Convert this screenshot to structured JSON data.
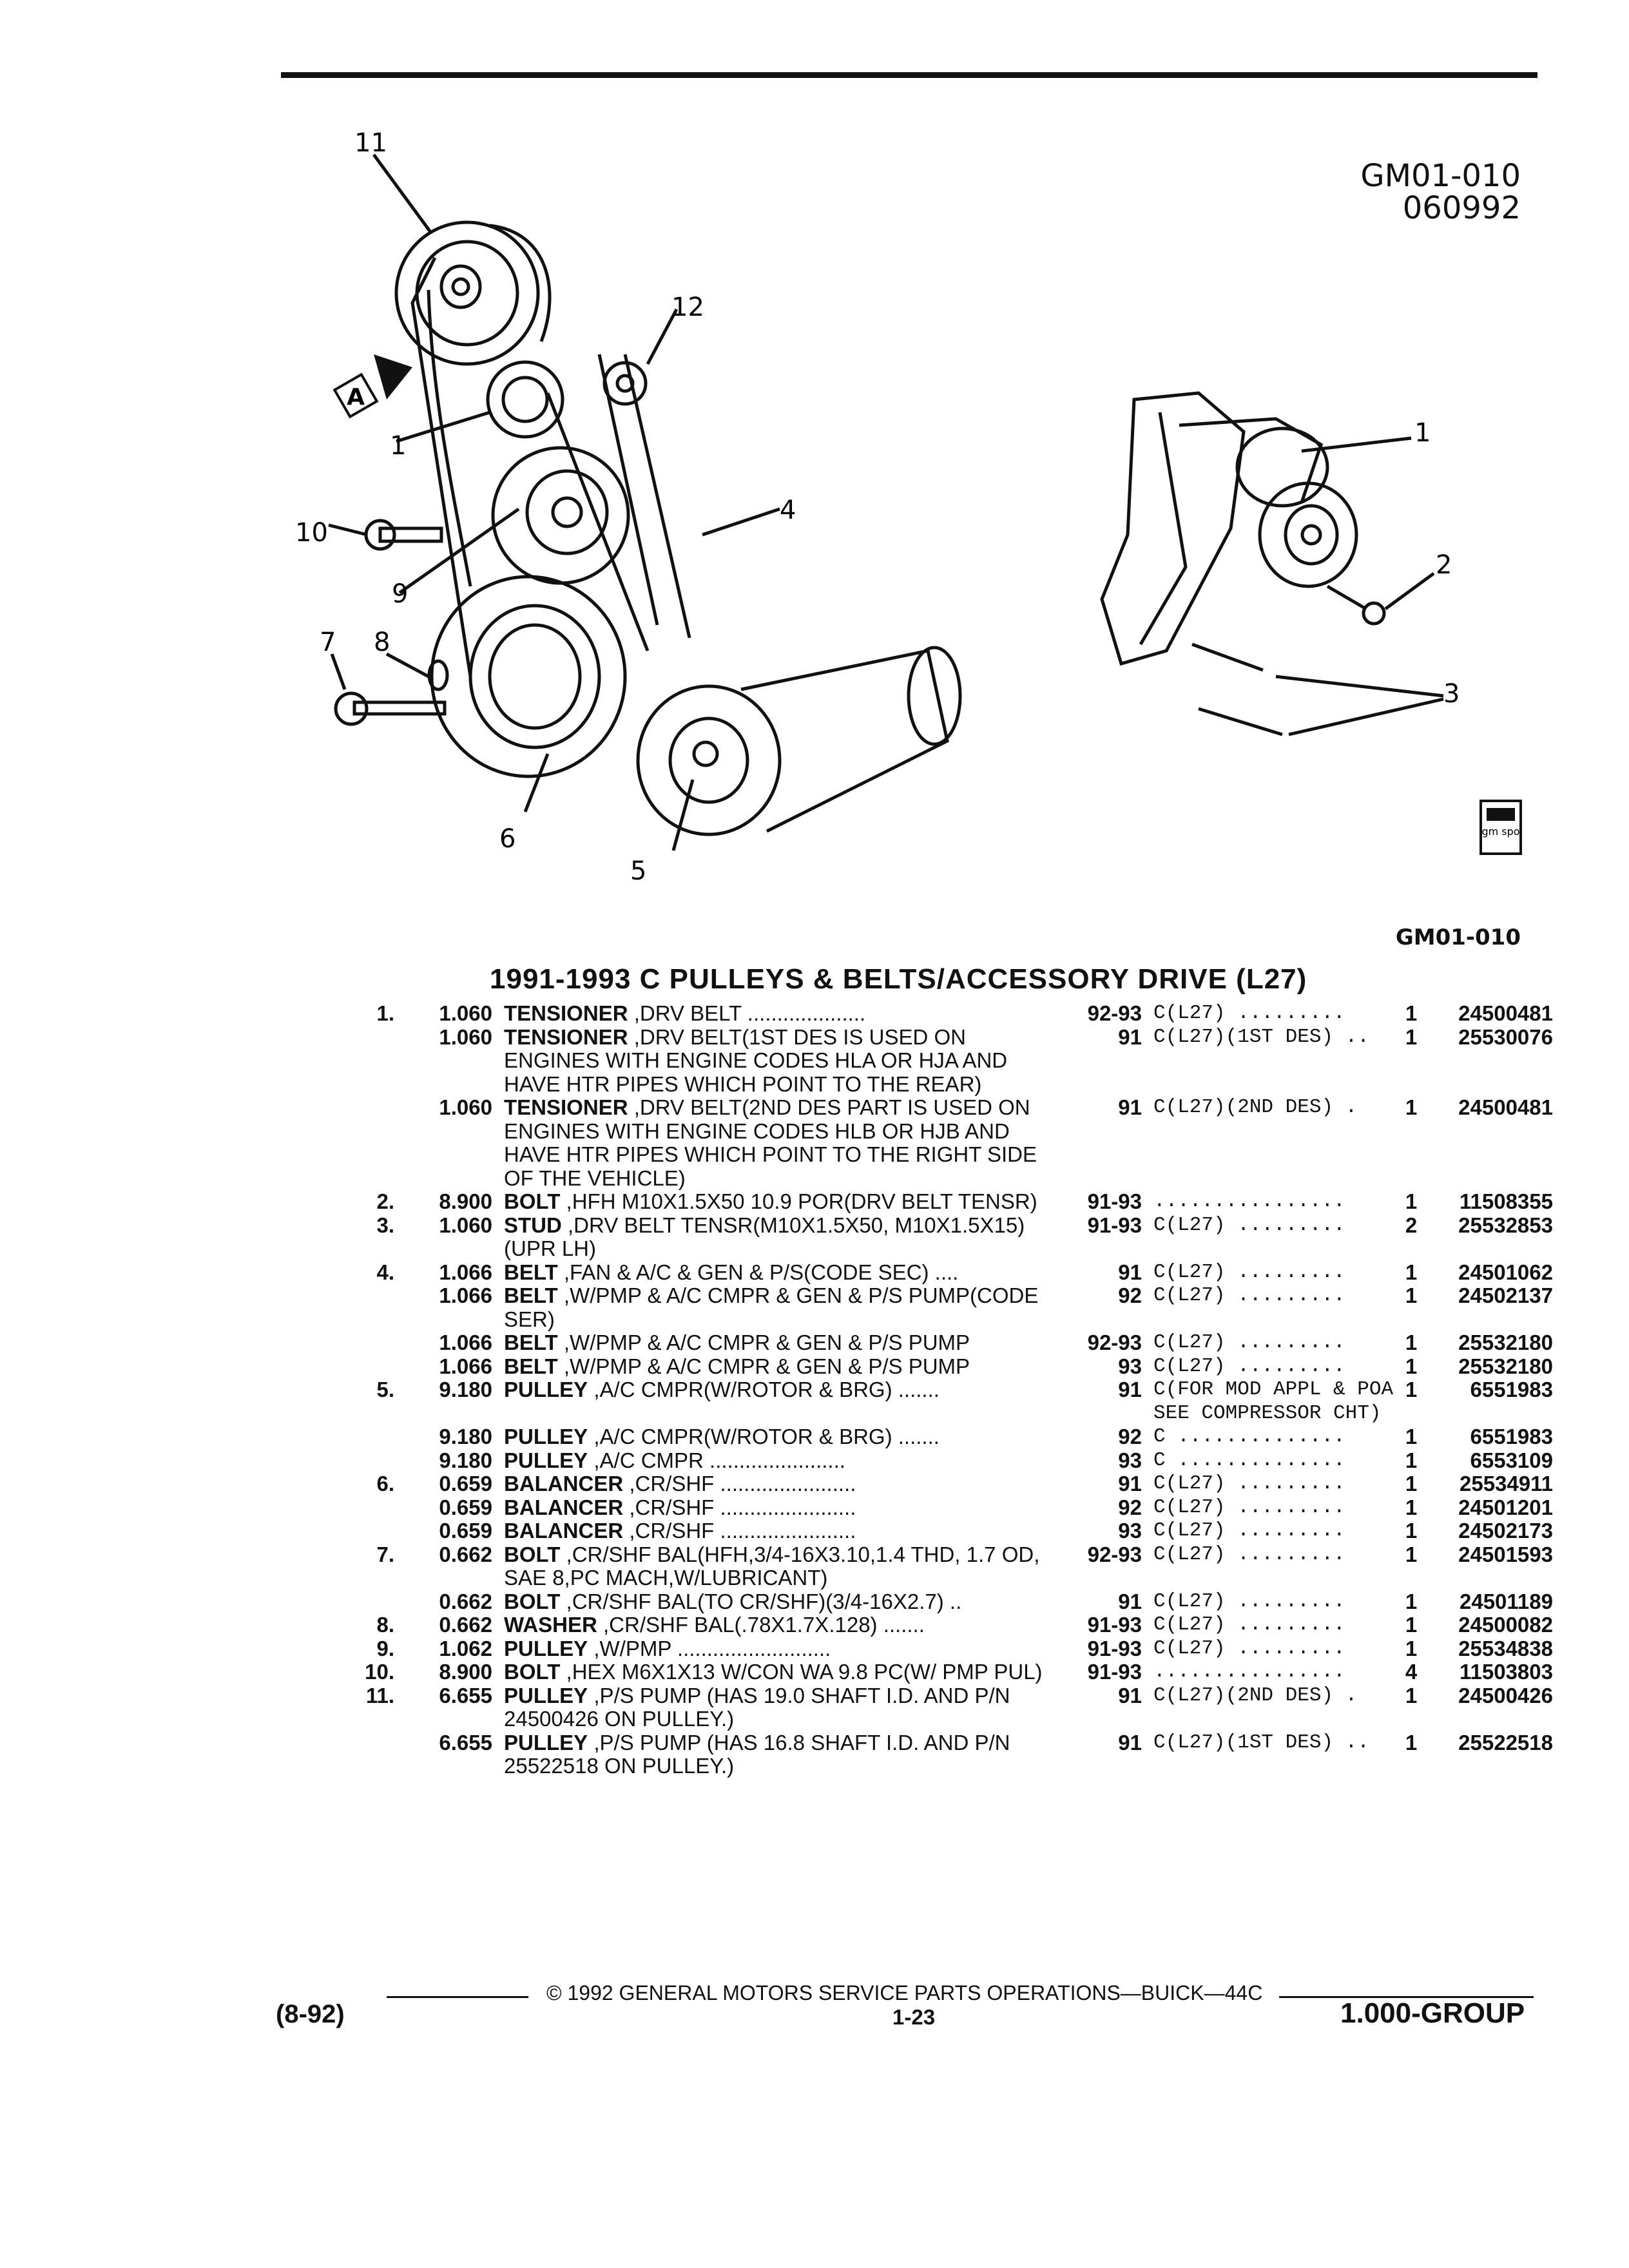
{
  "header": {
    "fig_code_1": "GM01-010",
    "fig_date": "060992",
    "fig_code_2": "GM01-010"
  },
  "callouts": [
    "11",
    "12",
    "1",
    "10",
    "9",
    "4",
    "7",
    "8",
    "6",
    "5",
    "1",
    "2",
    "3"
  ],
  "view_label": "A",
  "seal_text": "gm spo",
  "title": "1991-1993 C PULLEYS & BELTS/ACCESSORY DRIVE (L27)",
  "rows": [
    {
      "item": "1.",
      "code": "1.060",
      "name": "TENSIONER",
      "desc": " ,DRV BELT ....................",
      "years": "92-93",
      "usage": "C(L27) .........",
      "qty": "1",
      "part": "24500481"
    },
    {
      "item": "",
      "code": "1.060",
      "name": "TENSIONER",
      "desc": " ,DRV BELT(1ST DES IS USED ON ENGINES WITH ENGINE CODES HLA OR HJA AND HAVE HTR PIPES WHICH POINT TO THE REAR)",
      "years": "91",
      "usage": "C(L27)(1ST DES) ..",
      "qty": "1",
      "part": "25530076"
    },
    {
      "item": "",
      "code": "1.060",
      "name": "TENSIONER",
      "desc": " ,DRV BELT(2ND DES PART IS USED ON ENGINES WITH ENGINE CODES HLB OR HJB AND HAVE HTR PIPES WHICH POINT TO THE RIGHT SIDE OF THE VEHICLE)",
      "years": "91",
      "usage": "C(L27)(2ND DES) .",
      "qty": "1",
      "part": "24500481"
    },
    {
      "item": "2.",
      "code": "8.900",
      "name": "BOLT",
      "desc": " ,HFH M10X1.5X50 10.9 POR(DRV BELT TENSR)",
      "years": "91-93",
      "usage": "................",
      "qty": "1",
      "part": "11508355"
    },
    {
      "item": "3.",
      "code": "1.060",
      "name": "STUD",
      "desc": " ,DRV BELT TENSR(M10X1.5X50, M10X1.5X15)(UPR LH)",
      "years": "91-93",
      "usage": "C(L27) .........",
      "qty": "2",
      "part": "25532853"
    },
    {
      "item": "4.",
      "code": "1.066",
      "name": "BELT",
      "desc": " ,FAN & A/C & GEN & P/S(CODE SEC) ....",
      "years": "91",
      "usage": "C(L27) .........",
      "qty": "1",
      "part": "24501062"
    },
    {
      "item": "",
      "code": "1.066",
      "name": "BELT",
      "desc": " ,W/PMP & A/C CMPR & GEN & P/S PUMP(CODE SER)",
      "years": "92",
      "usage": "C(L27) .........",
      "qty": "1",
      "part": "24502137"
    },
    {
      "item": "",
      "code": "1.066",
      "name": "BELT",
      "desc": " ,W/PMP & A/C CMPR & GEN & P/S PUMP",
      "years": "92-93",
      "usage": "C(L27) .........",
      "qty": "1",
      "part": "25532180"
    },
    {
      "item": "",
      "code": "1.066",
      "name": "BELT",
      "desc": " ,W/PMP & A/C CMPR & GEN & P/S PUMP",
      "years": "93",
      "usage": "C(L27) .........",
      "qty": "1",
      "part": "25532180"
    },
    {
      "item": "5.",
      "code": "9.180",
      "name": "PULLEY",
      "desc": " ,A/C CMPR(W/ROTOR & BRG) .......",
      "years": "91",
      "usage": "C(FOR MOD APPL & POA SEE COMPRESSOR CHT)",
      "qty": "1",
      "part": "6551983"
    },
    {
      "item": "",
      "code": "9.180",
      "name": "PULLEY",
      "desc": " ,A/C CMPR(W/ROTOR & BRG) .......",
      "years": "92",
      "usage": "C ..............",
      "qty": "1",
      "part": "6551983"
    },
    {
      "item": "",
      "code": "9.180",
      "name": "PULLEY",
      "desc": " ,A/C CMPR .......................",
      "years": "93",
      "usage": "C ..............",
      "qty": "1",
      "part": "6553109"
    },
    {
      "item": "6.",
      "code": "0.659",
      "name": "BALANCER",
      "desc": " ,CR/SHF .......................",
      "years": "91",
      "usage": "C(L27) .........",
      "qty": "1",
      "part": "25534911"
    },
    {
      "item": "",
      "code": "0.659",
      "name": "BALANCER",
      "desc": " ,CR/SHF .......................",
      "years": "92",
      "usage": "C(L27) .........",
      "qty": "1",
      "part": "24501201"
    },
    {
      "item": "",
      "code": "0.659",
      "name": "BALANCER",
      "desc": " ,CR/SHF .......................",
      "years": "93",
      "usage": "C(L27) .........",
      "qty": "1",
      "part": "24502173"
    },
    {
      "item": "7.",
      "code": "0.662",
      "name": "BOLT",
      "desc": " ,CR/SHF BAL(HFH,3/4-16X3.10,1.4 THD, 1.7 OD, SAE 8,PC MACH,W/LUBRICANT)",
      "years": "92-93",
      "usage": "C(L27) .........",
      "qty": "1",
      "part": "24501593"
    },
    {
      "item": "",
      "code": "0.662",
      "name": "BOLT",
      "desc": " ,CR/SHF BAL(TO CR/SHF)(3/4-16X2.7) ..",
      "years": "91",
      "usage": "C(L27) .........",
      "qty": "1",
      "part": "24501189"
    },
    {
      "item": "8.",
      "code": "0.662",
      "name": "WASHER",
      "desc": " ,CR/SHF BAL(.78X1.7X.128) .......",
      "years": "91-93",
      "usage": "C(L27) .........",
      "qty": "1",
      "part": "24500082"
    },
    {
      "item": "9.",
      "code": "1.062",
      "name": "PULLEY",
      "desc": " ,W/PMP ..........................",
      "years": "91-93",
      "usage": "C(L27) .........",
      "qty": "1",
      "part": "25534838"
    },
    {
      "item": "10.",
      "code": "8.900",
      "name": "BOLT",
      "desc": " ,HEX M6X1X13 W/CON WA 9.8 PC(W/ PMP PUL)",
      "years": "91-93",
      "usage": "................",
      "qty": "4",
      "part": "11503803"
    },
    {
      "item": "11.",
      "code": "6.655",
      "name": "PULLEY",
      "desc": " ,P/S PUMP (HAS 19.0 SHAFT I.D. AND P/N 24500426 ON PULLEY.)",
      "years": "91",
      "usage": "C(L27)(2ND DES) .",
      "qty": "1",
      "part": "24500426"
    },
    {
      "item": "",
      "code": "6.655",
      "name": "PULLEY",
      "desc": " ,P/S PUMP (HAS 16.8 SHAFT I.D. AND P/N 25522518 ON PULLEY.)",
      "years": "91",
      "usage": "C(L27)(1ST DES) ..",
      "qty": "1",
      "part": "25522518"
    }
  ],
  "footer": {
    "copyright": "© 1992 GENERAL MOTORS SERVICE PARTS OPERATIONS—BUICK—44C",
    "revision": "(8-92)",
    "page": "1-23",
    "group": "1.000-GROUP"
  }
}
